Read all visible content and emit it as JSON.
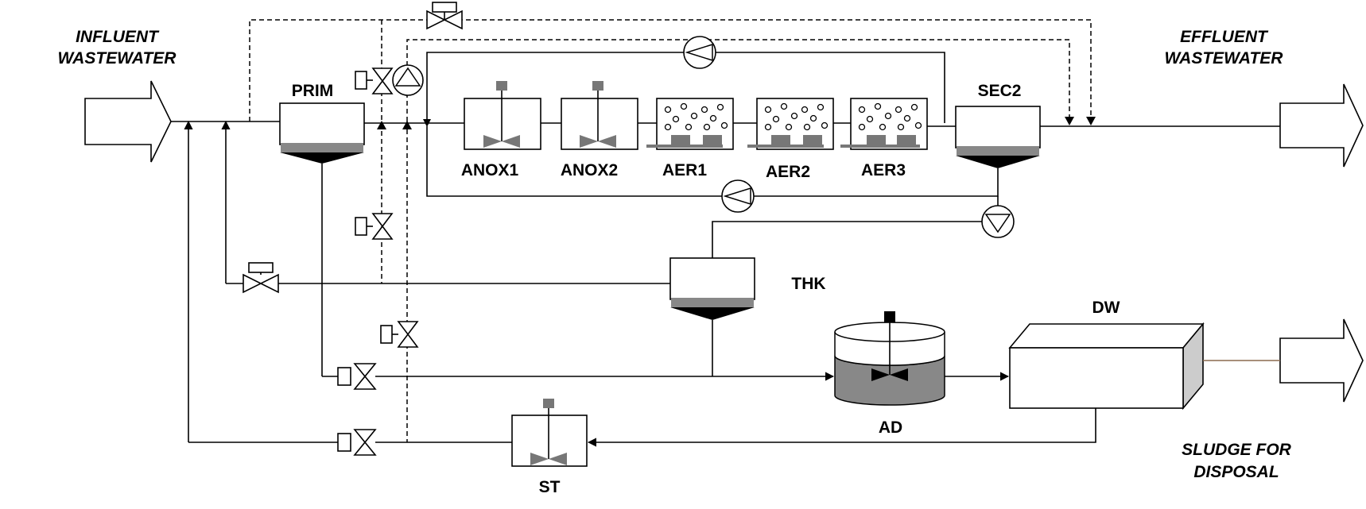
{
  "labels": {
    "influent": [
      "INFLUENT",
      "WASTEWATER"
    ],
    "effluent": [
      "EFFLUENT",
      "WASTEWATER"
    ],
    "disposal": [
      "SLUDGE FOR",
      "DISPOSAL"
    ],
    "prim": "PRIM",
    "anox1": "ANOX1",
    "anox2": "ANOX2",
    "aer1": "AER1",
    "aer2": "AER2",
    "aer3": "AER3",
    "sec2": "SEC2",
    "thk": "THK",
    "dw": "DW",
    "ad": "AD",
    "st": "ST"
  },
  "colors": {
    "line": "#000000",
    "sludge_band": "#888888",
    "hopper": "#000000",
    "mixer_blade": "#777777",
    "motor": "#777777",
    "digester_liquid": "#888888",
    "dewatering_side": "#cccccc",
    "disposal_line": "#8b6a4f"
  },
  "icons": {
    "valves": "gate-valve-icon",
    "actuated_valves": "actuated-valve-icon",
    "pumps": "pump-icon",
    "mixers": "mixer-icon",
    "diffusers": "aeration-bubbles-icon"
  }
}
